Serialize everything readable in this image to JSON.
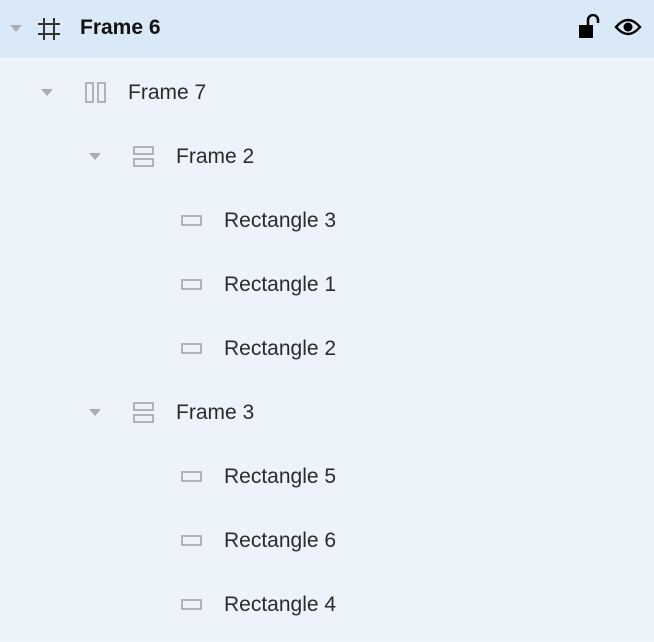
{
  "layers": {
    "frame6": {
      "label": "Frame 6",
      "icon": "frame-hash-icon",
      "lock_icon": "unlock-icon",
      "visibility_icon": "eye-icon"
    },
    "frame7": {
      "label": "Frame 7",
      "icon": "auto-layout-horizontal-icon"
    },
    "frame2": {
      "label": "Frame 2",
      "icon": "auto-layout-vertical-icon"
    },
    "rect3": {
      "label": "Rectangle 3",
      "icon": "rectangle-icon"
    },
    "rect1": {
      "label": "Rectangle 1",
      "icon": "rectangle-icon"
    },
    "rect2": {
      "label": "Rectangle 2",
      "icon": "rectangle-icon"
    },
    "frame3": {
      "label": "Frame 3",
      "icon": "auto-layout-vertical-icon"
    },
    "rect5": {
      "label": "Rectangle 5",
      "icon": "rectangle-icon"
    },
    "rect6": {
      "label": "Rectangle 6",
      "icon": "rectangle-icon"
    },
    "rect4": {
      "label": "Rectangle 4",
      "icon": "rectangle-icon"
    }
  },
  "colors": {
    "panel_bg": "#edf3fa",
    "selected_bg": "#d9e9f7",
    "text": "#2b2b2b",
    "icon_gray": "#a9adb2"
  }
}
